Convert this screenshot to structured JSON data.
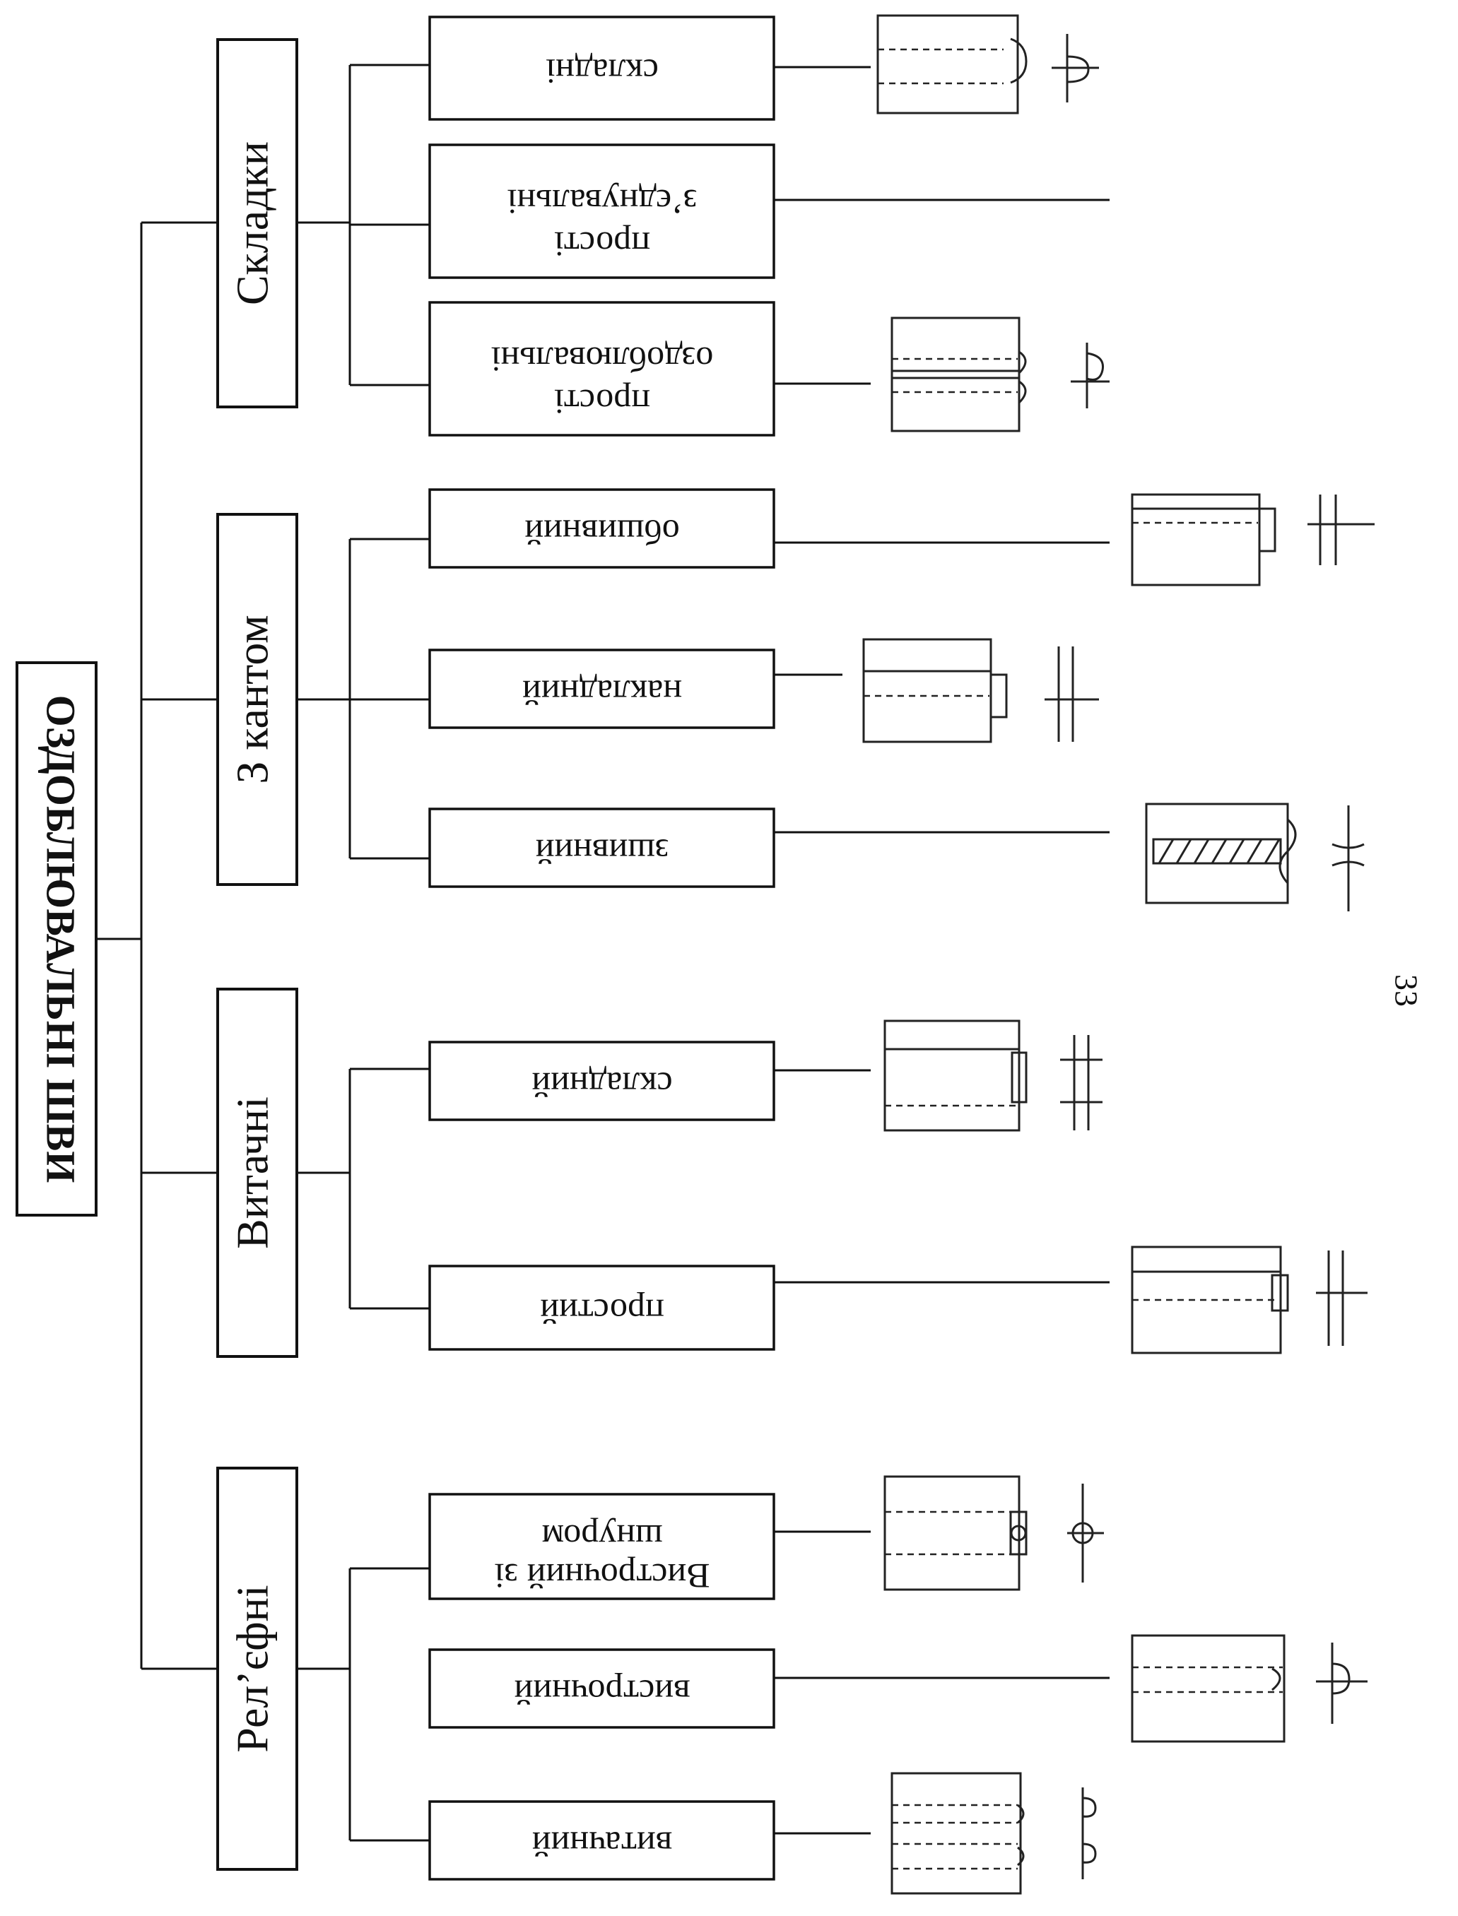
{
  "diagram": {
    "root": {
      "label": "ОЗДОБЛЮВАЛЬНІ ШВИ"
    },
    "categories": [
      {
        "label": "Складки",
        "items": [
          {
            "lines": [
              "складні"
            ],
            "sketch": "seam-sketch"
          },
          {
            "lines": [
              "прості",
              "з’єднувальні"
            ],
            "sketch": null
          },
          {
            "lines": [
              "прості",
              "оздоблювальні"
            ],
            "sketch": "seam-sketch"
          }
        ]
      },
      {
        "label": "З кантом",
        "items": [
          {
            "lines": [
              "обшивний"
            ],
            "sketch": "seam-sketch"
          },
          {
            "lines": [
              "накладний"
            ],
            "sketch": "seam-sketch"
          },
          {
            "lines": [
              "зшивний"
            ],
            "sketch": "seam-sketch"
          }
        ]
      },
      {
        "label": "Витачні",
        "items": [
          {
            "lines": [
              "складний"
            ],
            "sketch": "seam-sketch"
          },
          {
            "lines": [
              "простий"
            ],
            "sketch": "seam-sketch"
          }
        ]
      },
      {
        "label": "Рел’єфні",
        "items": [
          {
            "lines": [
              "Вистрочний зі",
              "шнуром"
            ],
            "sketch": "seam-sketch"
          },
          {
            "lines": [
              "вистрочний"
            ],
            "sketch": "seam-sketch"
          },
          {
            "lines": [
              "витачний"
            ],
            "sketch": "seam-sketch"
          }
        ]
      }
    ]
  },
  "page_number": "33"
}
